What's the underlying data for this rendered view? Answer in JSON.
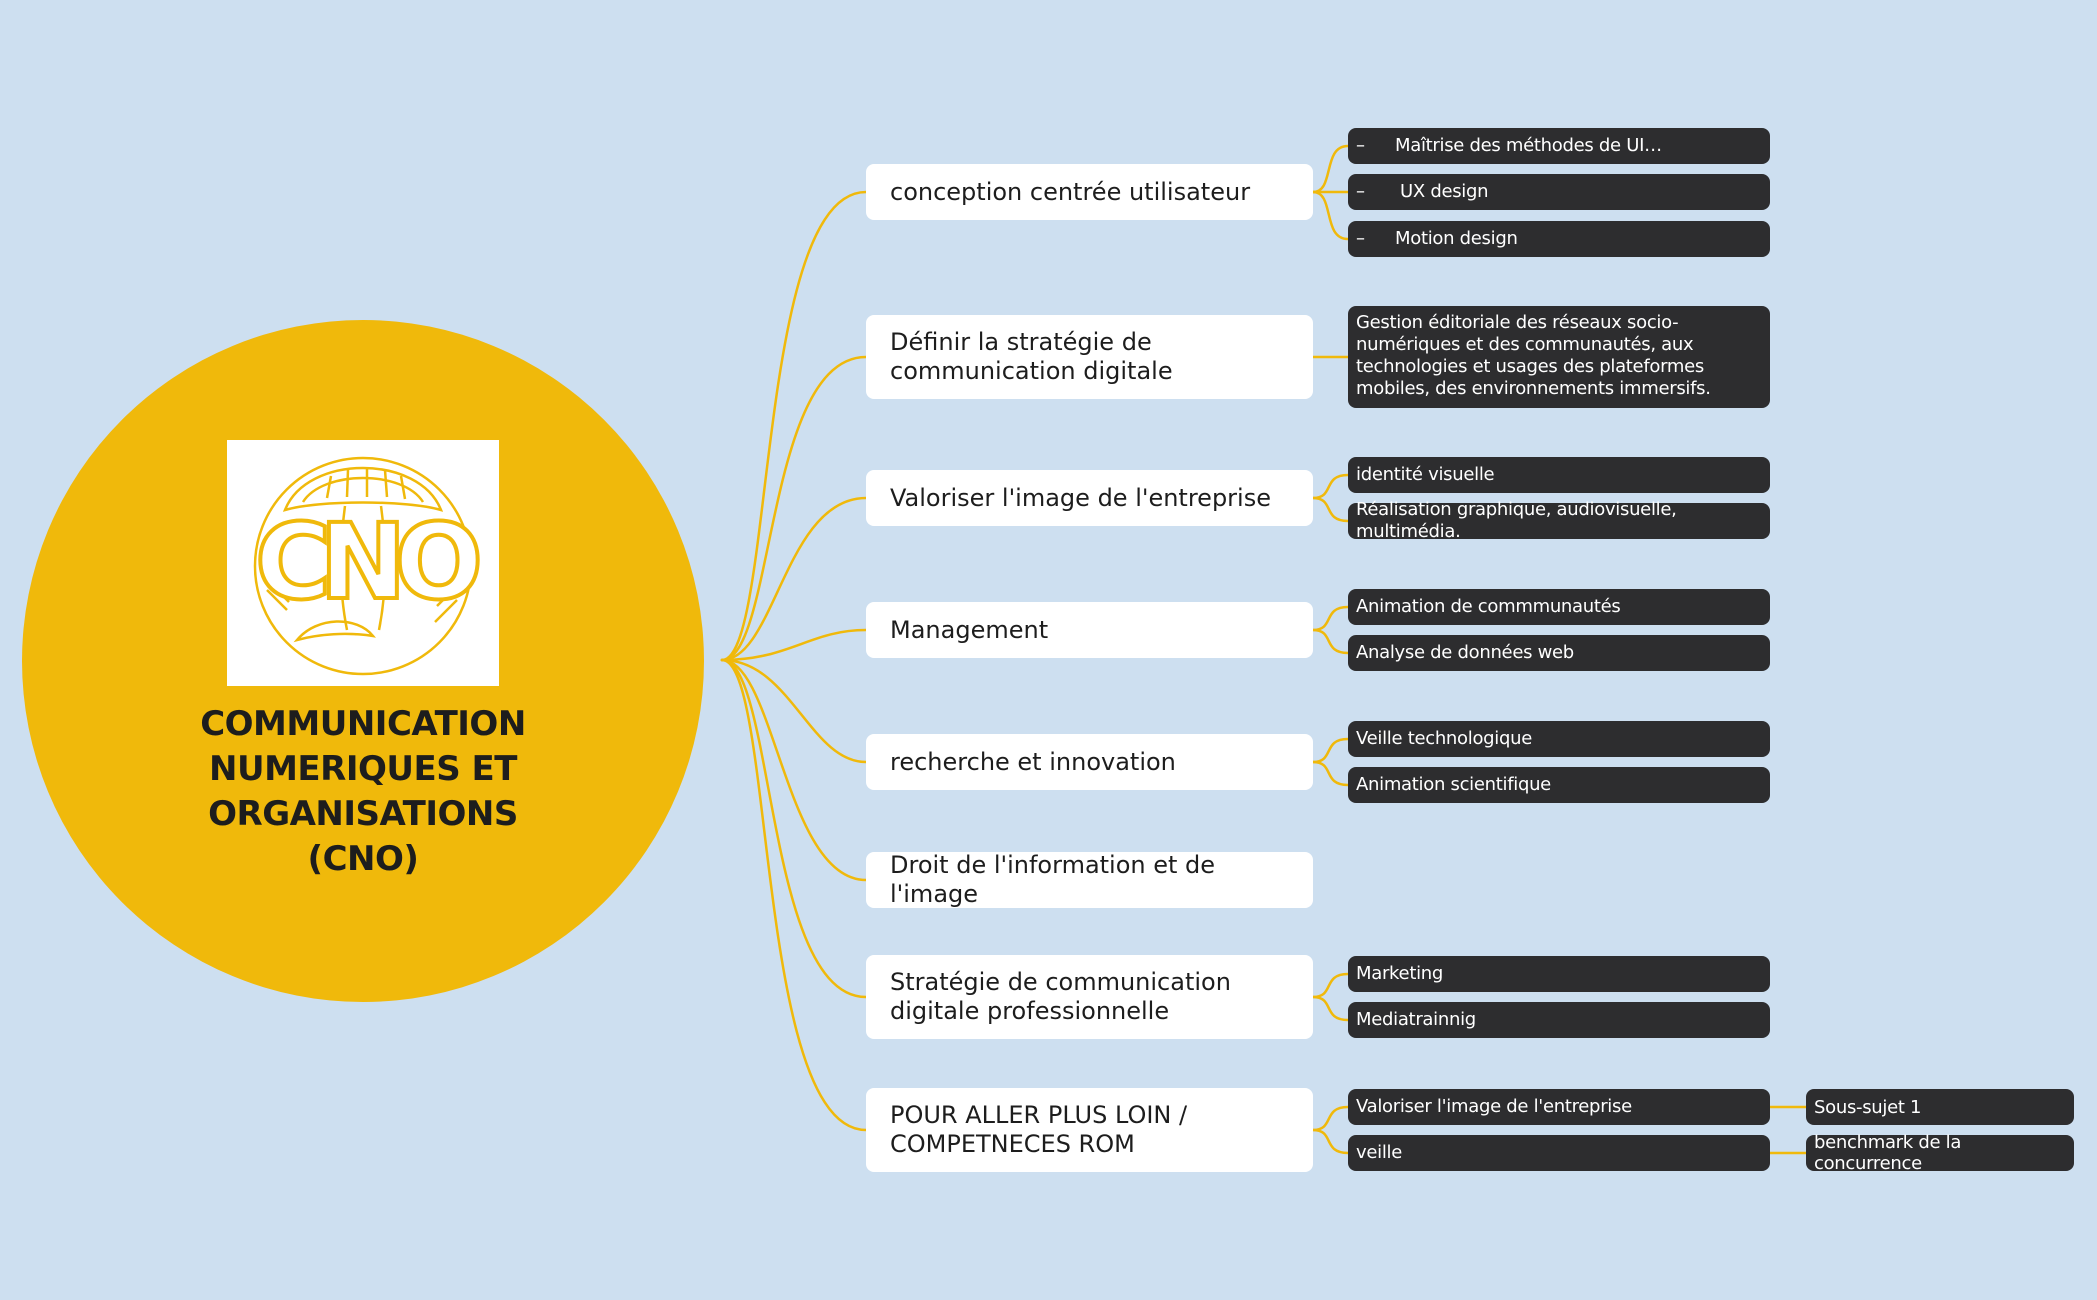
{
  "root": {
    "title": "COMMUNICATION NUMERIQUES ET ORGANISATIONS (CNO)",
    "logo_text": "CNO"
  },
  "colors": {
    "background": "#cddff0",
    "root": "#f0b90b",
    "connector": "#f0b90b",
    "leaf": "#2d2d2f"
  },
  "branches": [
    {
      "label": "conception centrée utilisateur",
      "leaves": [
        "Maîtrise des méthodes de UI…",
        "UX design",
        "Motion design"
      ]
    },
    {
      "label": "Définir la stratégie de communication digitale",
      "leaves": [
        "Gestion éditoriale des réseaux socio-numériques et des communautés, aux technologies et usages des plateformes mobiles, des environnements immersifs."
      ]
    },
    {
      "label": "Valoriser l'image de l'entreprise",
      "leaves": [
        "identité visuelle",
        "Réalisation graphique, audiovisuelle, multimédia."
      ]
    },
    {
      "label": "Management",
      "leaves": [
        "Animation de commmunautés",
        "Analyse de données web"
      ]
    },
    {
      "label": "recherche et innovation",
      "leaves": [
        "Veille technologique",
        "Animation scientifique"
      ]
    },
    {
      "label": "Droit de l'information et de l'image",
      "leaves": []
    },
    {
      "label": "Stratégie de communication digitale professionnelle",
      "leaves": [
        "Marketing",
        "Mediatrainnig"
      ]
    },
    {
      "label": "POUR ALLER PLUS LOIN / COMPETNECES ROM",
      "leaves": [
        "Valoriser l'image de l'entreprise",
        "veille"
      ],
      "subtopics": [
        "Sous-sujet 1",
        "benchmark de la concurrence"
      ]
    }
  ]
}
